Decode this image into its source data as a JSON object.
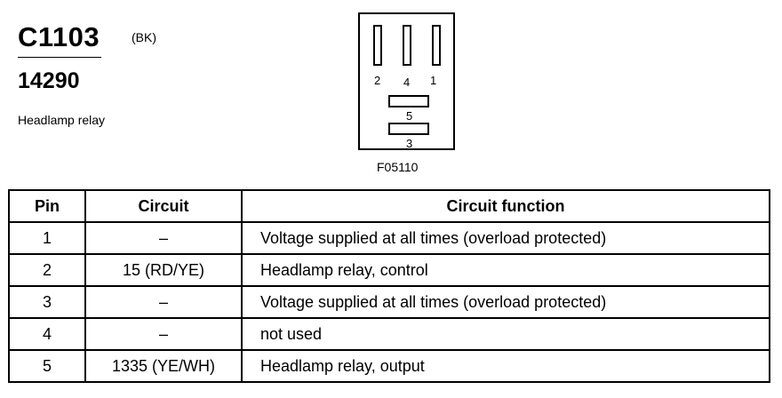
{
  "connector": {
    "id": "C1103",
    "color_code": "(BK)",
    "part_number": "14290",
    "description": "Headlamp relay"
  },
  "diagram": {
    "figure_code": "F05110",
    "pins": [
      {
        "label": "2",
        "shape": "vertical"
      },
      {
        "label": "4",
        "shape": "vertical"
      },
      {
        "label": "1",
        "shape": "vertical"
      },
      {
        "label": "5",
        "shape": "horizontal"
      },
      {
        "label": "3",
        "shape": "horizontal"
      }
    ]
  },
  "table": {
    "headers": [
      "Pin",
      "Circuit",
      "Circuit function"
    ],
    "rows": [
      {
        "pin": "1",
        "circuit": "–",
        "function": "Voltage supplied at all times (overload protected)"
      },
      {
        "pin": "2",
        "circuit": "15 (RD/YE)",
        "function": "Headlamp relay, control"
      },
      {
        "pin": "3",
        "circuit": "–",
        "function": "Voltage supplied at all times (overload protected)"
      },
      {
        "pin": "4",
        "circuit": "–",
        "function": "not used"
      },
      {
        "pin": "5",
        "circuit": "1335 (YE/WH)",
        "function": "Headlamp relay, output"
      }
    ]
  }
}
